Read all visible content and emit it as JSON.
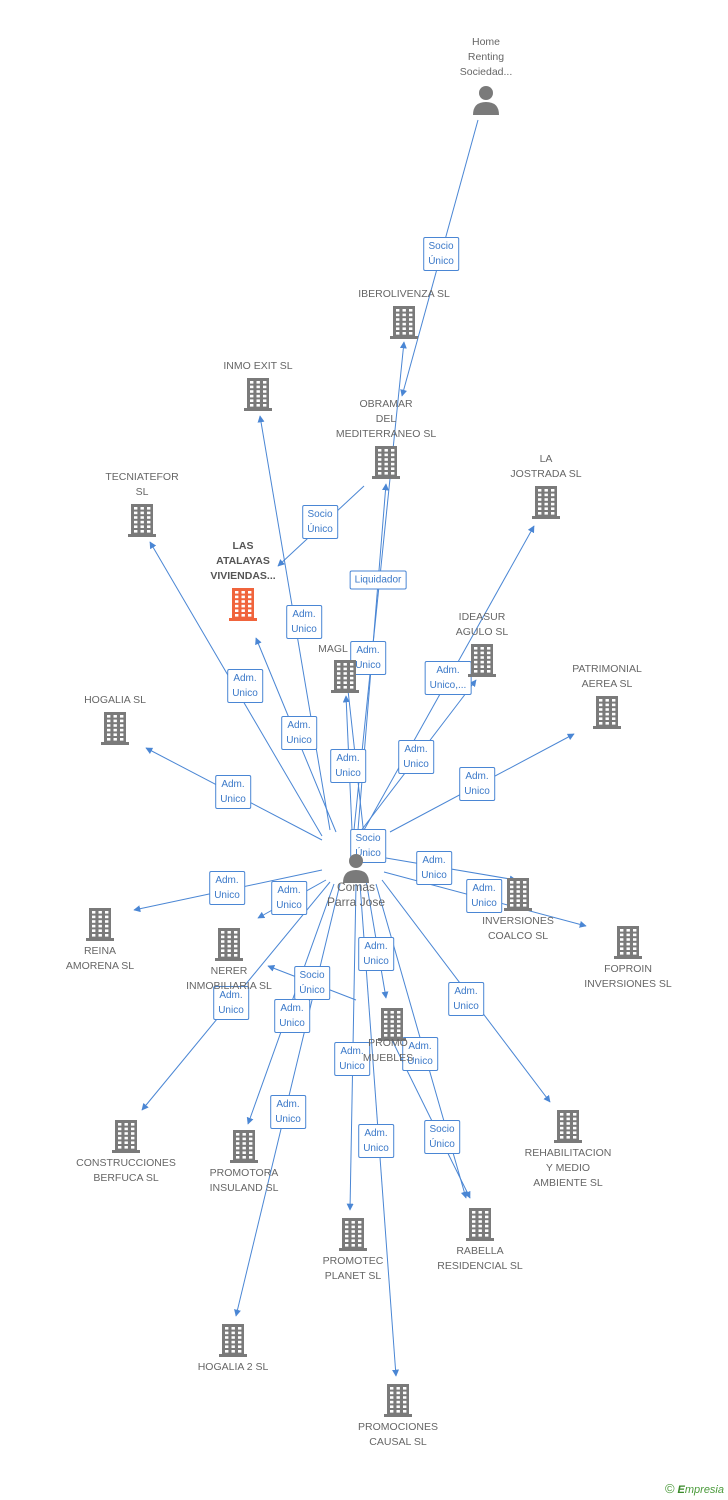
{
  "colors": {
    "edge": "#4a86d4",
    "company": "#7a7a7a",
    "highlight": "#f0643c",
    "person": "#7a7a7a"
  },
  "nodes": [
    {
      "id": "home_renting",
      "type": "person",
      "label": "Home\nRenting\nSociedad..."
    },
    {
      "id": "comas",
      "type": "person",
      "label": "Comas\nParra Jose"
    },
    {
      "id": "iberolivenza",
      "type": "company",
      "label": "IBEROLIVENZA SL"
    },
    {
      "id": "inmo_exit",
      "type": "company",
      "label": "INMO EXIT SL"
    },
    {
      "id": "obramar",
      "type": "company",
      "label": "OBRAMAR\nDEL\nMEDITERRANEO SL"
    },
    {
      "id": "tecniatefor",
      "type": "company",
      "label": "TECNIATEFOR\nSL"
    },
    {
      "id": "la_jostrada",
      "type": "company",
      "label": "LA\nJOSTRADA SL"
    },
    {
      "id": "las_atalayas",
      "type": "company-main",
      "label": "LAS\nATALAYAS\nVIVIENDAS..."
    },
    {
      "id": "ideasur",
      "type": "company",
      "label": "IDEASUR\nAGULO SL"
    },
    {
      "id": "magl",
      "type": "company",
      "label": "MAGL"
    },
    {
      "id": "patrimonial",
      "type": "company",
      "label": "PATRIMONIAL\nAEREA SL"
    },
    {
      "id": "hogalia",
      "type": "company",
      "label": "HOGALIA SL"
    },
    {
      "id": "inversiones_coalco",
      "type": "company",
      "label": "INVERSIONES\nCOALCO SL"
    },
    {
      "id": "foproin",
      "type": "company",
      "label": "FOPROIN\nINVERSIONES SL"
    },
    {
      "id": "reina",
      "type": "company",
      "label": "REINA\nAMORENA SL"
    },
    {
      "id": "nerer",
      "type": "company",
      "label": "NERER\nINMOBILIARIA SL"
    },
    {
      "id": "promo_mueble",
      "type": "company",
      "label": "PROMO\nMUEBLES"
    },
    {
      "id": "construcciones",
      "type": "company",
      "label": "CONSTRUCCIONES\nBERFUCA SL"
    },
    {
      "id": "insuland",
      "type": "company",
      "label": "PROMOTORA\nINSULAND SL"
    },
    {
      "id": "rehabilitacion",
      "type": "company",
      "label": "REHABILITACION\nY MEDIO\nAMBIENTE SL"
    },
    {
      "id": "promotec",
      "type": "company",
      "label": "PROMOTEC\nPLANET SL"
    },
    {
      "id": "rabella",
      "type": "company",
      "label": "RABELLA\nRESIDENCIAL SL"
    },
    {
      "id": "hogalia2",
      "type": "company",
      "label": "HOGALIA 2 SL"
    },
    {
      "id": "causal",
      "type": "company",
      "label": "PROMOCIONES\nCAUSAL SL"
    }
  ],
  "edges": [
    {
      "from": "home_renting",
      "to": "obramar",
      "label": "Socio\nÚnico"
    },
    {
      "from": "obramar",
      "to": "las_atalayas",
      "label": "Socio\nÚnico"
    },
    {
      "from": "comas",
      "to": "obramar",
      "label": "Liquidador"
    },
    {
      "from": "comas",
      "to": "iberolivenza",
      "label": "Adm.\nUnico"
    },
    {
      "from": "comas",
      "to": "inmo_exit",
      "label": "Adm.\nUnico"
    },
    {
      "from": "comas",
      "to": "tecniatefor",
      "label": "Adm.\nUnico"
    },
    {
      "from": "comas",
      "to": "las_atalayas",
      "label": "Adm.\nUnico"
    },
    {
      "from": "comas",
      "to": "magl",
      "label": "Adm.\nUnico"
    },
    {
      "from": "comas",
      "to": "la_jostrada",
      "label": "Adm.\nUnico"
    },
    {
      "from": "comas",
      "to": "ideasur",
      "label": "Adm.\nUnico,..."
    },
    {
      "from": "comas",
      "to": "patrimonial",
      "label": "Adm.\nUnico"
    },
    {
      "from": "comas",
      "to": "hogalia",
      "label": "Adm.\nUnico"
    },
    {
      "from": "comas",
      "to": "inversiones_coalco",
      "label": "Adm.\nUnico"
    },
    {
      "from": "comas",
      "to": "foproin",
      "label": "Adm.\nUnico"
    },
    {
      "from": "comas",
      "to": "reina",
      "label": "Adm.\nUnico"
    },
    {
      "from": "comas",
      "to": "nerer",
      "label": "Adm.\nUnico"
    },
    {
      "from": "comas",
      "to": "promo_mueble",
      "label": "Adm.\nUnico"
    },
    {
      "from": "comas",
      "to": "construcciones",
      "label": "Adm.\nUnico"
    },
    {
      "from": "comas",
      "to": "insuland",
      "label": "Adm.\nUnico"
    },
    {
      "from": "comas",
      "to": "rehabilitacion",
      "label": "Adm.\nUnico"
    },
    {
      "from": "comas",
      "to": "promotec",
      "label": "Adm.\nUnico"
    },
    {
      "from": "comas",
      "to": "rabella",
      "label": "Adm.\nUnico"
    },
    {
      "from": "comas",
      "to": "hogalia2",
      "label": "Adm.\nUnico"
    },
    {
      "from": "comas",
      "to": "causal",
      "label": "Adm.\nUnico"
    },
    {
      "from": "comas",
      "to": "magl",
      "label": "Socio\nÚnico"
    },
    {
      "from": "comas",
      "to": "nerer",
      "label": "Socio\nÚnico"
    },
    {
      "from": "comas",
      "to": "rabella",
      "label": "Socio\nÚnico"
    }
  ],
  "footer": {
    "copyright": "©",
    "brand_initial": "E",
    "brand_rest": "mpresia"
  }
}
